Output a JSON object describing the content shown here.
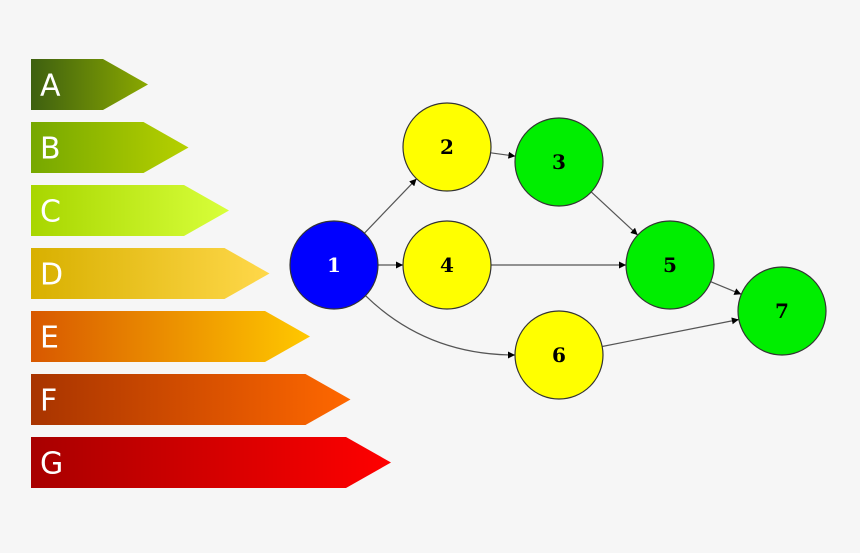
{
  "energy_ratings": [
    {
      "label": "A",
      "color_start": "#3e6010",
      "color_end": "#8aa800"
    },
    {
      "label": "B",
      "color_start": "#76a800",
      "color_end": "#b6d000"
    },
    {
      "label": "C",
      "color_start": "#a8d600",
      "color_end": "#d8ff3a"
    },
    {
      "label": "D",
      "color_start": "#d8b000",
      "color_end": "#ffd84a"
    },
    {
      "label": "E",
      "color_start": "#d85800",
      "color_end": "#ffc800"
    },
    {
      "label": "F",
      "color_start": "#a83400",
      "color_end": "#ff6800"
    },
    {
      "label": "G",
      "color_start": "#a80000",
      "color_end": "#ff0000"
    }
  ],
  "graph": {
    "nodes": [
      {
        "id": "1",
        "label": "1",
        "fill": "#0000ff",
        "text_color": "#ffffff"
      },
      {
        "id": "2",
        "label": "2",
        "fill": "#ffff00",
        "text_color": "#000000"
      },
      {
        "id": "3",
        "label": "3",
        "fill": "#00ee00",
        "text_color": "#000000"
      },
      {
        "id": "4",
        "label": "4",
        "fill": "#ffff00",
        "text_color": "#000000"
      },
      {
        "id": "5",
        "label": "5",
        "fill": "#00ee00",
        "text_color": "#000000"
      },
      {
        "id": "6",
        "label": "6",
        "fill": "#ffff00",
        "text_color": "#000000"
      },
      {
        "id": "7",
        "label": "7",
        "fill": "#00ee00",
        "text_color": "#000000"
      }
    ],
    "edges": [
      {
        "from": "1",
        "to": "2"
      },
      {
        "from": "1",
        "to": "4"
      },
      {
        "from": "1",
        "to": "6"
      },
      {
        "from": "2",
        "to": "3"
      },
      {
        "from": "3",
        "to": "5"
      },
      {
        "from": "4",
        "to": "5"
      },
      {
        "from": "5",
        "to": "7"
      },
      {
        "from": "6",
        "to": "7"
      }
    ]
  }
}
